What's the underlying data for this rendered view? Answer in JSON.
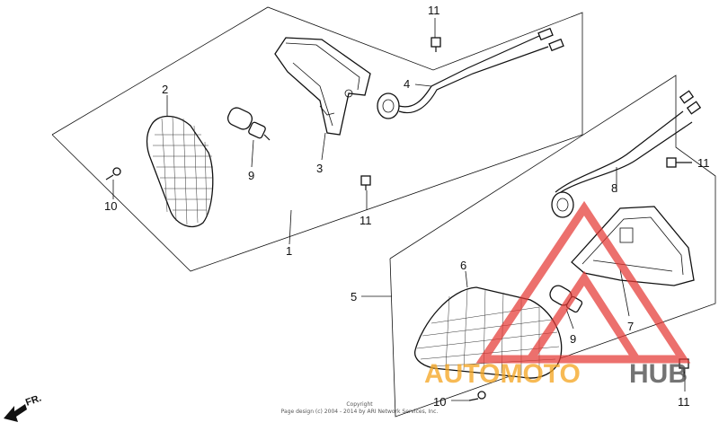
{
  "diagram": {
    "callouts": {
      "p1": "1",
      "p2": "2",
      "p3": "3",
      "p4": "4",
      "p5": "5",
      "p6": "6",
      "p7": "7",
      "p8": "8",
      "p9a": "9",
      "p9b": "9",
      "p10a": "10",
      "p10b": "10",
      "p11a": "11",
      "p11b": "11",
      "p11c": "11",
      "p11d": "11"
    },
    "direction_label": "FR.",
    "copyright": {
      "line1": "Copyright",
      "line2": "Page design (c) 2004 - 2014 by ARI Network Services, Inc."
    }
  },
  "watermark": {
    "text_orange": "AUTOMOTO",
    "text_dark": "HUB",
    "colors": {
      "triangle": "#e53935",
      "orange": "#f5a623",
      "dark": "#555555"
    }
  }
}
